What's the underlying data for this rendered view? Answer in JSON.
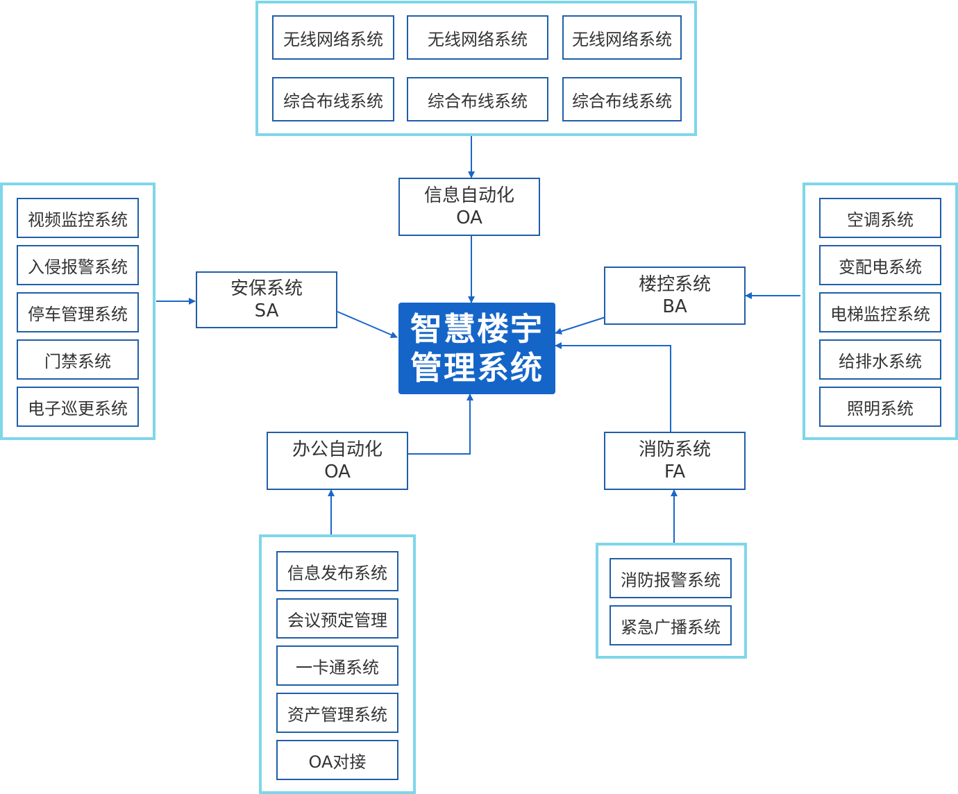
{
  "center": {
    "line1": "智慧楼宇",
    "line2": "管理系统"
  },
  "hubs": {
    "info": {
      "title": "信息自动化",
      "code": "OA"
    },
    "security": {
      "title": "安保系统",
      "code": "SA"
    },
    "building": {
      "title": "楼控系统",
      "code": "BA"
    },
    "office": {
      "title": "办公自动化",
      "code": "OA"
    },
    "fire": {
      "title": "消防系统",
      "code": "FA"
    }
  },
  "groups": {
    "top": [
      "无线网络系统",
      "无线网络系统",
      "无线网络系统",
      "综合布线系统",
      "综合布线系统",
      "综合布线系统"
    ],
    "left": [
      "视频监控系统",
      "入侵报警系统",
      "停车管理系统",
      "门禁系统",
      "电子巡更系统"
    ],
    "right": [
      "空调系统",
      "变配电系统",
      "电梯监控系统",
      "给排水系统",
      "照明系统"
    ],
    "bottom": [
      "信息发布系统",
      "会议预定管理",
      "一卡通系统",
      "资产管理系统",
      "OA对接"
    ],
    "fire": [
      "消防报警系统",
      "紧急广播系统"
    ]
  },
  "colors": {
    "group_border": "#7fd6ea",
    "box_border": "#1f5ea8",
    "center_fill": "#1565c8",
    "arrow": "#1a66c8"
  }
}
